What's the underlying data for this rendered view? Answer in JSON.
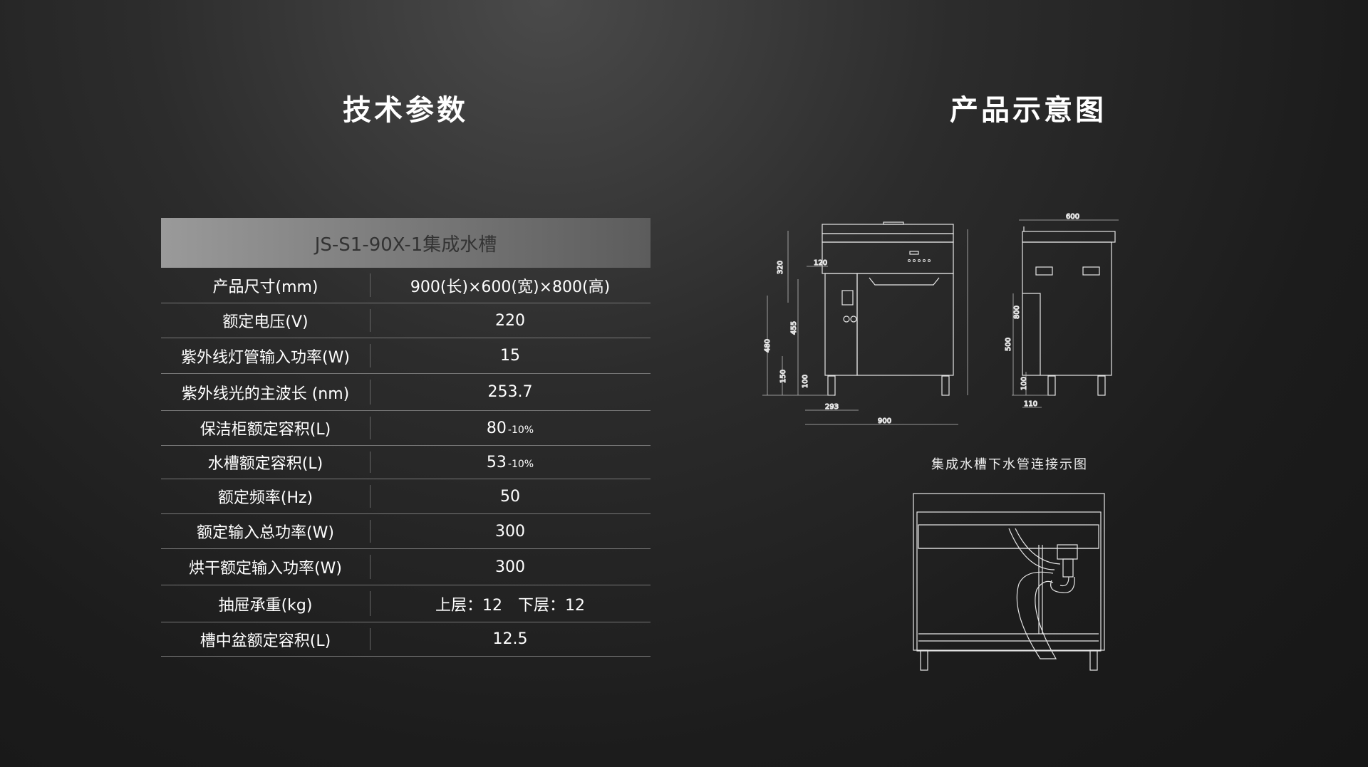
{
  "left_title": "技术参数",
  "right_title": "产品示意图",
  "table": {
    "header": "JS-S1-90X-1集成水槽",
    "rows": [
      {
        "label": "产品尺寸(mm)",
        "value": "900(长)×600(宽)×800(高)",
        "suffix": ""
      },
      {
        "label": "额定电压(V)",
        "value": "220",
        "suffix": ""
      },
      {
        "label": "紫外线灯管输入功率(W)",
        "value": "15",
        "suffix": ""
      },
      {
        "label": "紫外线光的主波长 (nm)",
        "value": "253.7",
        "suffix": ""
      },
      {
        "label": "保洁柜额定容积(L)",
        "value": "80",
        "suffix": "-10%"
      },
      {
        "label": "水槽额定容积(L)",
        "value": "53",
        "suffix": "-10%"
      },
      {
        "label": "额定频率(Hz)",
        "value": "50",
        "suffix": ""
      },
      {
        "label": "额定输入总功率(W)",
        "value": "300",
        "suffix": ""
      },
      {
        "label": "烘干额定输入功率(W)",
        "value": "300",
        "suffix": ""
      },
      {
        "label": "抽屉承重(kg)",
        "value": "上层：12　下层：12",
        "suffix": ""
      },
      {
        "label": "槽中盆额定容积(L)",
        "value": "12.5",
        "suffix": ""
      }
    ]
  },
  "front_view_dims": {
    "d120": "120",
    "d320": "320",
    "d455": "455",
    "d480": "480",
    "d150": "150",
    "d100": "100",
    "d293": "293",
    "d900": "900",
    "d800": "800"
  },
  "side_view_dims": {
    "d600": "600",
    "d500": "500",
    "d100": "100",
    "d110": "110"
  },
  "drain_caption": "集成水槽下水管连接示图"
}
